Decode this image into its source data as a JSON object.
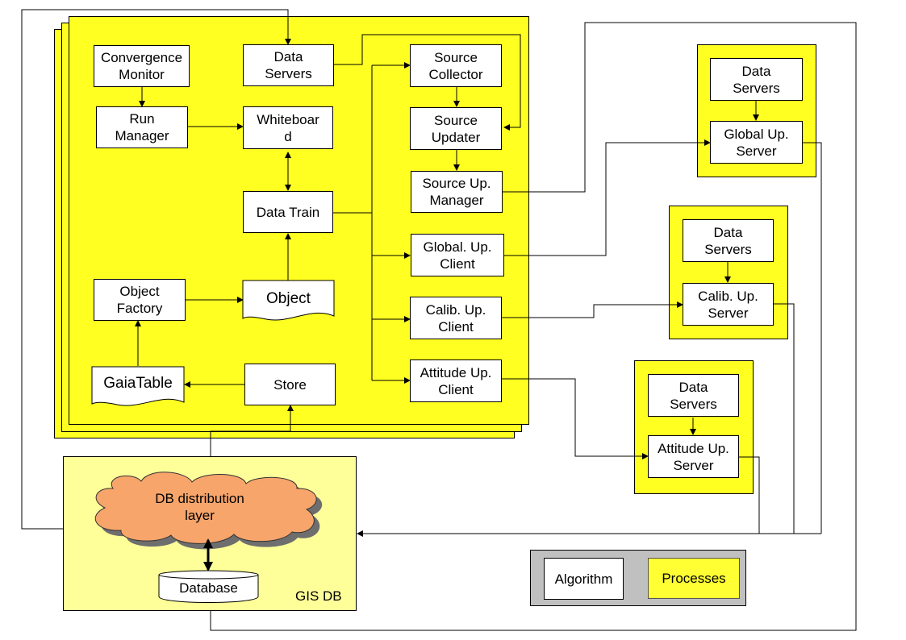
{
  "main_process": {
    "convergence_monitor": "Convergence\nMonitor",
    "run_manager": "Run\nManager",
    "data_servers": "Data\nServers",
    "whiteboard": "Whiteboar\nd",
    "data_train": "Data Train",
    "object_factory": "Object\nFactory",
    "object": "Object",
    "gaiatable": "GaiaTable",
    "store": "Store",
    "source_collector": "Source\nCollector",
    "source_updater": "Source\nUpdater",
    "source_up_manager": "Source Up.\nManager",
    "global_up_client": "Global. Up.\nClient",
    "calib_up_client": "Calib. Up.\nClient",
    "attitude_up_client": "Attitude Up.\nClient"
  },
  "global_server_process": {
    "data_servers": "Data\nServers",
    "server": "Global Up.\nServer"
  },
  "calib_server_process": {
    "data_servers": "Data\nServers",
    "server": "Calib. Up.\nServer"
  },
  "attitude_server_process": {
    "data_servers": "Data\nServers",
    "server": "Attitude Up.\nServer"
  },
  "gis_db": {
    "cloud_label": "DB distribution\nlayer",
    "database": "Database",
    "title": "GIS DB"
  },
  "legend": {
    "algorithm": "Algorithm",
    "processes": "Processes"
  },
  "colors": {
    "process_fill": "#ffff22",
    "db_fill": "#ffff99",
    "cloud_fill": "#f7a56b",
    "legend_bg": "#c0c0c0"
  }
}
